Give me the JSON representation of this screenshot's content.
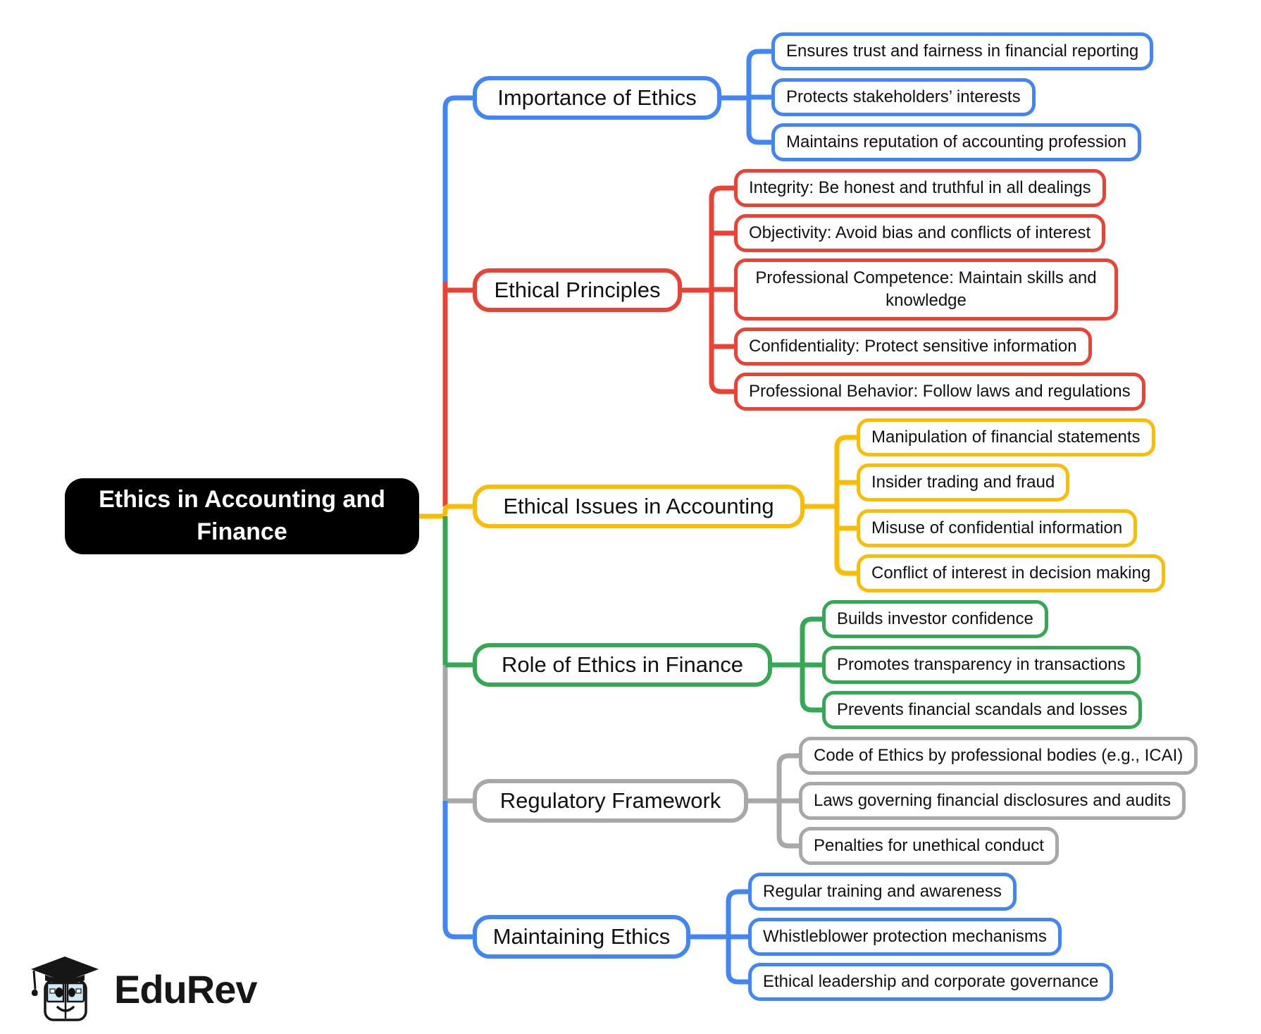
{
  "colors": {
    "blue": "#4285F4",
    "red": "#EA4335",
    "yellow": "#FBBC05",
    "green": "#34A853",
    "gray": "#A8A8A8",
    "root_background": "#000000",
    "root_text": "#ffffff",
    "node_text": "#111111"
  },
  "root": {
    "label": "Ethics in Accounting and Finance"
  },
  "branches": [
    {
      "label": "Importance of Ethics",
      "color": "#4285F4",
      "children": [
        "Ensures trust and fairness in financial reporting",
        "Protects stakeholders’ interests",
        "Maintains reputation of accounting profession"
      ]
    },
    {
      "label": "Ethical Principles",
      "color": "#EA4335",
      "children": [
        "Integrity: Be honest and truthful in all dealings",
        "Objectivity: Avoid bias and conflicts of interest",
        "Professional Competence: Maintain skills and knowledge",
        "Confidentiality: Protect sensitive information",
        "Professional Behavior: Follow laws and regulations"
      ]
    },
    {
      "label": "Ethical Issues in Accounting",
      "color": "#FBBC05",
      "children": [
        "Manipulation of financial statements",
        "Insider trading and fraud",
        "Misuse of confidential information",
        "Conflict of interest in decision making"
      ]
    },
    {
      "label": "Role of Ethics in Finance",
      "color": "#34A853",
      "children": [
        "Builds investor confidence",
        "Promotes transparency in transactions",
        "Prevents financial scandals and losses"
      ]
    },
    {
      "label": "Regulatory Framework",
      "color": "#A8A8A8",
      "children": [
        "Code of Ethics by professional bodies (e.g., ICAI)",
        "Laws governing financial disclosures and audits",
        "Penalties for unethical conduct"
      ]
    },
    {
      "label": "Maintaining Ethics",
      "color": "#4285F4",
      "children": [
        "Regular training and awareness",
        "Whistleblower protection mechanisms",
        "Ethical leadership and corporate governance"
      ]
    }
  ],
  "logo": {
    "brand": "EduRev"
  }
}
